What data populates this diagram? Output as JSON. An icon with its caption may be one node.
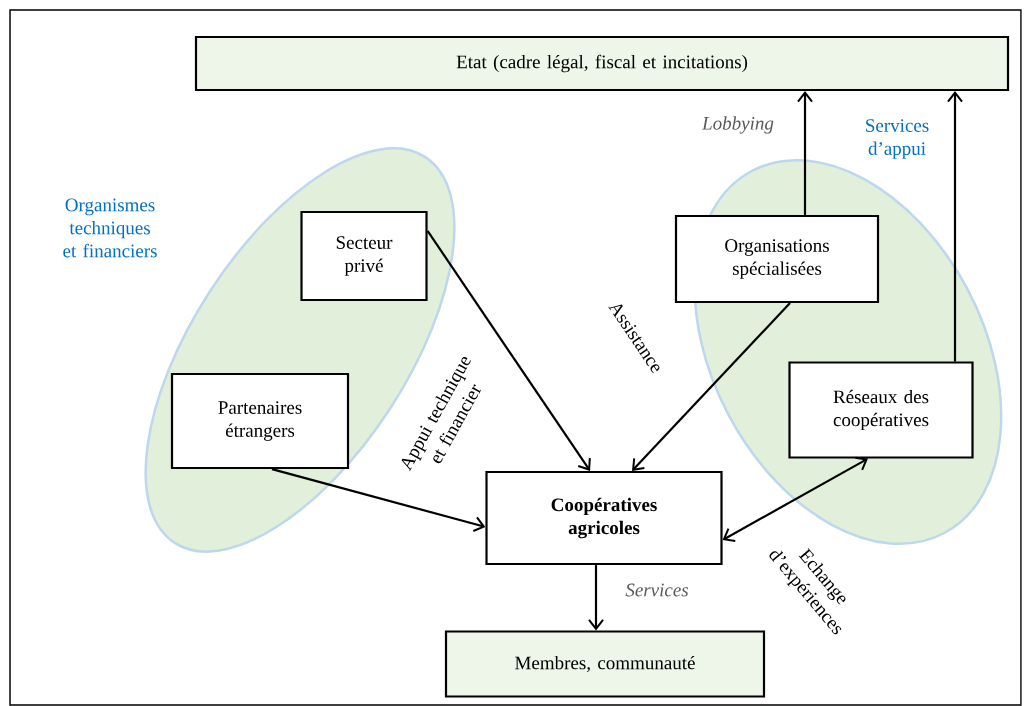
{
  "diagram": {
    "nodes": [
      {
        "text": [
          "Etat (cadre légal, fiscal et incitations)"
        ]
      },
      {
        "text": [],
        "shape": "ellipse",
        "beside": [
          "Organismes techniques et financiers"
        ]
      },
      {
        "text": [
          "Secteur privé"
        ],
        "in": 1
      },
      {
        "text": [
          "Partenaires étrangers"
        ],
        "in": 1
      },
      {
        "text": [],
        "shape": "ellipse"
      },
      {
        "text": [
          "Organisations spécialisées"
        ],
        "in": 4
      },
      {
        "text": [
          "Réseaux des coopératives"
        ],
        "in": 4
      },
      {
        "text": [
          "Coopératives agricoles"
        ]
      },
      {
        "text": [
          "Membres, communauté"
        ]
      }
    ],
    "edges": [
      {
        "from": 5,
        "to": 0,
        "arrow": "to",
        "label": "Lobbying"
      },
      {
        "from": 6,
        "to": 0,
        "arrow": "to",
        "label": "Services d’appui"
      },
      {
        "from": 2,
        "to": 7,
        "arrow": "to",
        "label": "Appui technique et financier"
      },
      {
        "from": 3,
        "to": 7,
        "arrow": "to"
      },
      {
        "from": 5,
        "to": 7,
        "arrow": "to",
        "label": "Assistance"
      },
      {
        "from": 7,
        "to": 6,
        "arrow": "both",
        "label": "Echange d’expériences"
      },
      {
        "from": 7,
        "to": 8,
        "arrow": "to",
        "label": "Services"
      }
    ]
  }
}
